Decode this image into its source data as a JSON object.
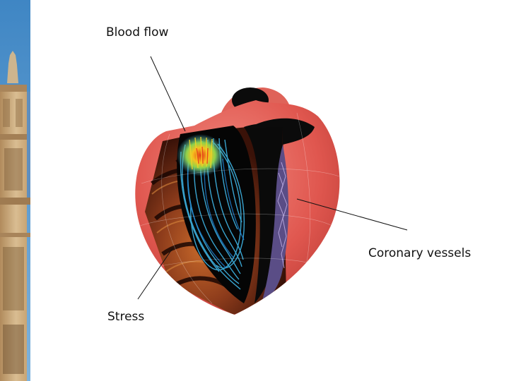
{
  "labels": {
    "blood_flow": "Blood flow",
    "coronary_vessels": "Coronary vessels",
    "stress": "Stress"
  },
  "images": {
    "side_photo": "building-facade-photo",
    "main": "heart-model-cutaway"
  },
  "colors": {
    "background": "#ffffff",
    "heart_surface": "#e0574f",
    "sky": "#4a8fc8",
    "stone": "#c9a77a",
    "flow_core": "#d83a1c",
    "flow_outer": "#3fb6e6"
  }
}
